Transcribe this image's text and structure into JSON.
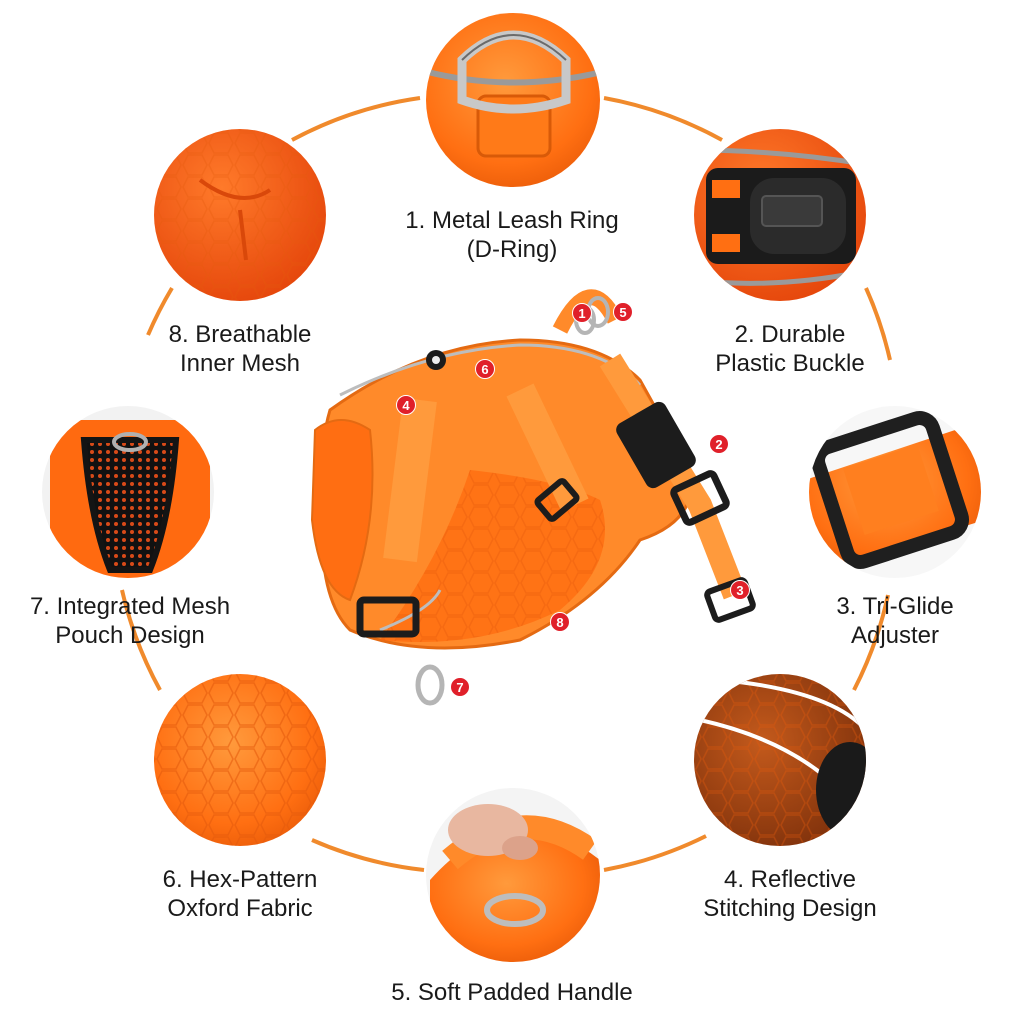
{
  "colors": {
    "accent": "#f08a2c",
    "harness_orange": "#ff7f1f",
    "marker_red": "#e0202a",
    "label_text": "#1a1a1a"
  },
  "features": [
    {
      "line1": "1. Metal Leash Ring",
      "line2": "(D-Ring)"
    },
    {
      "line1": "2. Durable",
      "line2": "Plastic Buckle"
    },
    {
      "line1": "3. Tri-Glide",
      "line2": "Adjuster"
    },
    {
      "line1": "4. Reflective",
      "line2": "Stitching Design"
    },
    {
      "line1": "5. Soft Padded Handle"
    },
    {
      "line1": "6. Hex-Pattern",
      "line2": "Oxford Fabric"
    },
    {
      "line1": "7. Integrated Mesh",
      "line2": "Pouch Design"
    },
    {
      "line1": "8. Breathable",
      "line2": "Inner Mesh"
    }
  ],
  "markers": [
    "1",
    "2",
    "3",
    "4",
    "5",
    "6",
    "7",
    "8"
  ],
  "icons": [
    "d-ring-closeup",
    "buckle-closeup",
    "tri-glide-closeup",
    "reflective-fabric-closeup",
    "padded-handle-closeup",
    "hex-fabric-closeup",
    "mesh-pouch-closeup",
    "inner-mesh-closeup",
    "dog-harness-product"
  ]
}
